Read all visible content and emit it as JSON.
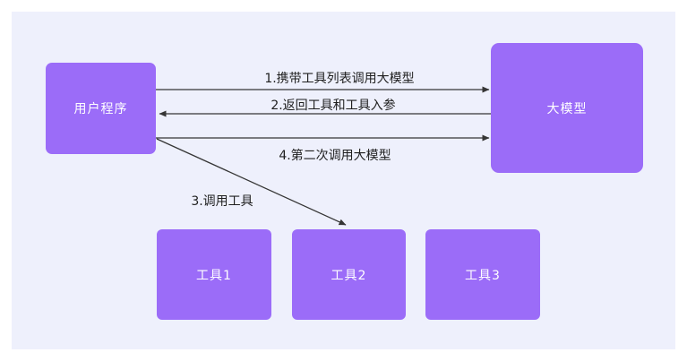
{
  "diagram": {
    "colors": {
      "canvas_background": "#eef0fc",
      "page_margin": "#ffffff",
      "node_fill": "#9b6cf8",
      "node_text": "#ffffff",
      "arrow_line": "#353535",
      "edge_label_text": "#1f1f1f"
    },
    "nodes": [
      {
        "id": "user-program",
        "label": "用户程序"
      },
      {
        "id": "large-model",
        "label": "大模型"
      },
      {
        "id": "tool-1",
        "label": "工具1"
      },
      {
        "id": "tool-2",
        "label": "工具2"
      },
      {
        "id": "tool-3",
        "label": "工具3"
      }
    ],
    "edges": [
      {
        "label": "1.携带工具列表调用大模型",
        "from": "user-program",
        "to": "large-model",
        "direction": "right"
      },
      {
        "label": "2.返回工具和工具入参",
        "from": "large-model",
        "to": "user-program",
        "direction": "left"
      },
      {
        "label": "3.调用工具",
        "from": "user-program",
        "to": "tool-2",
        "direction": "down-right"
      },
      {
        "label": "4.第二次调用大模型",
        "from": "user-program",
        "to": "large-model",
        "direction": "right"
      }
    ]
  }
}
